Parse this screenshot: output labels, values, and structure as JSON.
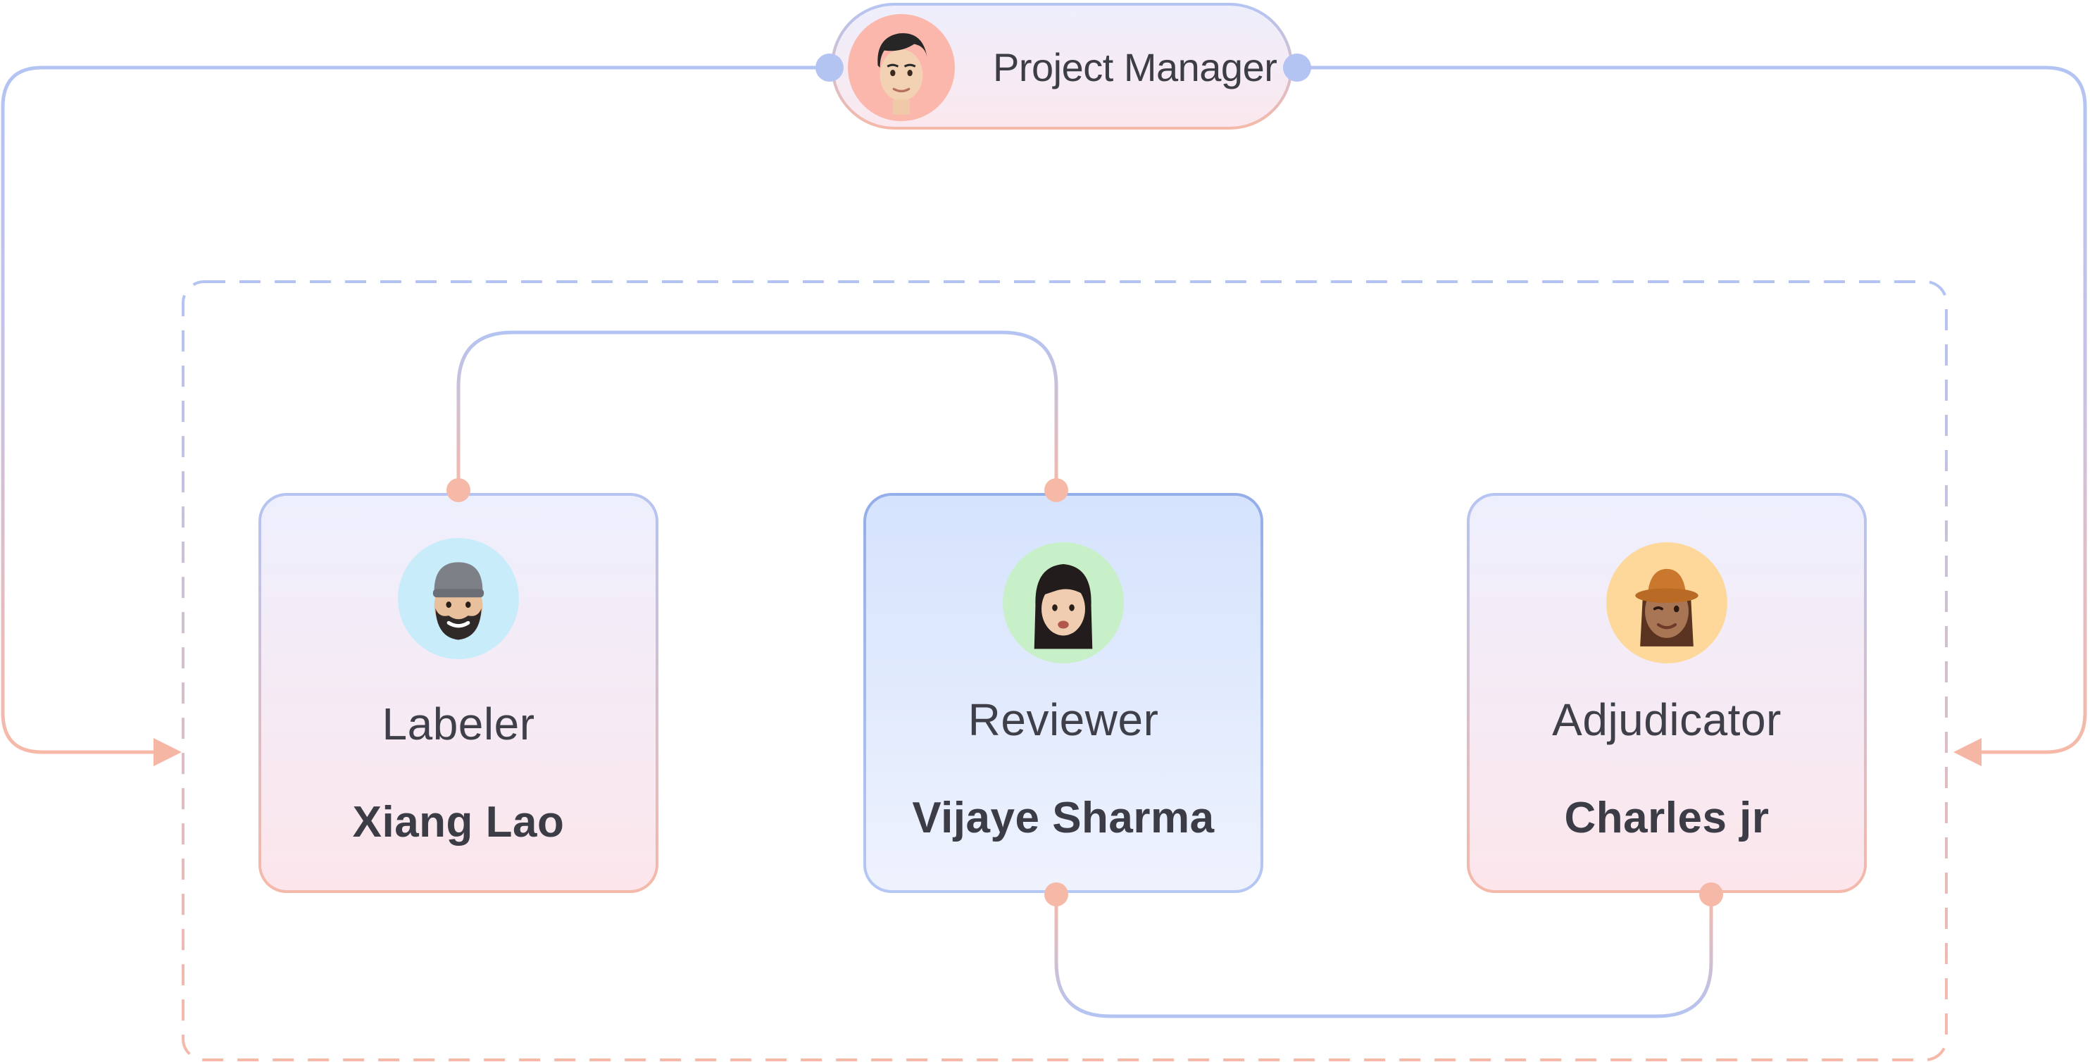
{
  "project_manager": {
    "label": "Project Manager",
    "avatar": "memoji-man-black-hair",
    "avatar_color": "#fbb7ac"
  },
  "team": [
    {
      "role": "Labeler",
      "name": "Xiang Lao",
      "avatar": "memoji-man-beanie-beard",
      "avatar_color": "#c9ecfb"
    },
    {
      "role": "Reviewer",
      "name": "Vijaye Sharma",
      "avatar": "memoji-woman-long-hair",
      "avatar_color": "#c7f0c8"
    },
    {
      "role": "Adjudicator",
      "name": "Charles jr",
      "avatar": "memoji-woman-bucket-hat",
      "avatar_color": "#fdd89a"
    }
  ],
  "colors": {
    "connector_blue": "#b3c4f3",
    "connector_salmon": "#f6b9a8",
    "arrow": "#f6b6a4",
    "reviewer_card": "#d5e3fd"
  }
}
